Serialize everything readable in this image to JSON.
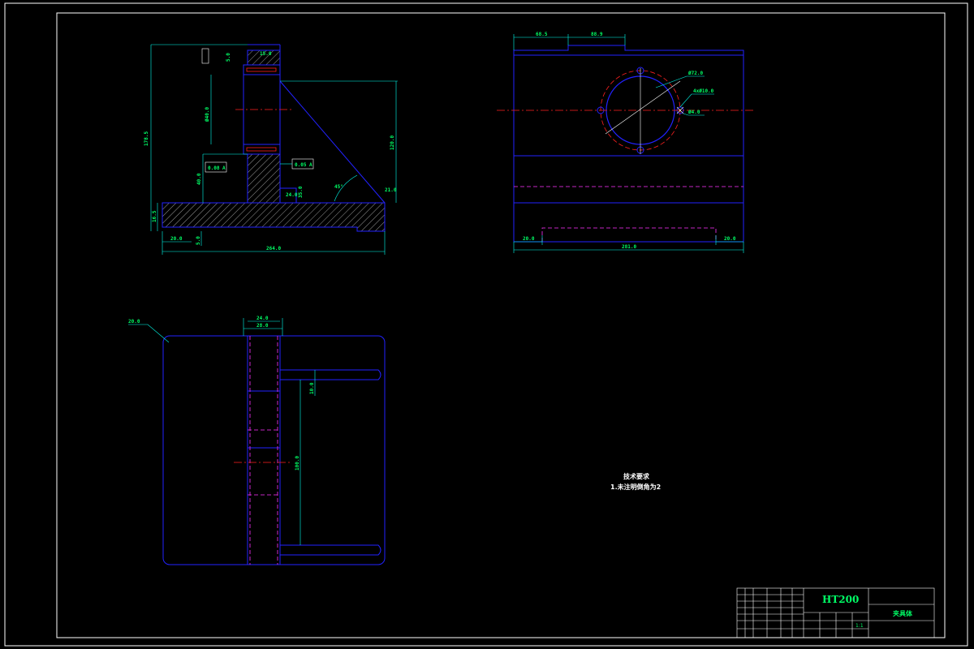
{
  "colors": {
    "background": "#000000",
    "frame": "#ffffff",
    "outline": "#2222ff",
    "dimension": "#00ffee",
    "dimension_text": "#00ff66",
    "center_line": "#ff2020",
    "hidden_line": "#ff33ff"
  },
  "front_view": {
    "dims": [
      "15.0",
      "5.0",
      "178.5",
      "120.0",
      "Ø40.0",
      "40.0",
      "24.0",
      "35.0",
      "21.0",
      "20.0",
      "45°",
      "264.0",
      "5.0",
      "16.5"
    ],
    "tolerance_frames": [
      "0.08 A",
      "0.05 A"
    ]
  },
  "side_view": {
    "dims": [
      "68.5",
      "88.9",
      "Ø72.0",
      "4xØ10.0",
      "Ø4.0",
      "20.0",
      "20.0",
      "281.0"
    ]
  },
  "top_view": {
    "dims": [
      "20.0",
      "24.0",
      "28.0",
      "10.0",
      "100.0"
    ]
  },
  "technical_requirements": {
    "title": "技术要求",
    "item1": "1.未注明倒角为2"
  },
  "title_block": {
    "material": "HT200",
    "part_name": "夹具体",
    "scale": "1:1"
  }
}
